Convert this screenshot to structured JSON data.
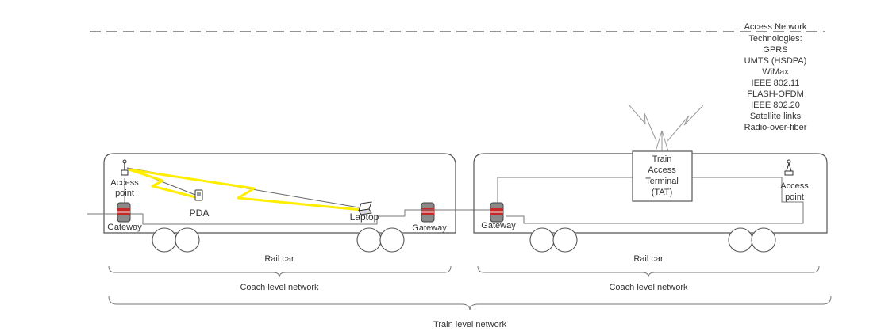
{
  "legend": {
    "title": "Access Network",
    "items": [
      "Technologies:",
      "GPRS",
      "UMTS (HSDPA)",
      "WiMax",
      "IEEE 802.11",
      "FLASH-OFDM",
      "IEEE 802.20",
      "Satellite links",
      "Radio-over-fiber"
    ]
  },
  "car1": {
    "access_point": [
      "Access",
      "point"
    ],
    "pda": "PDA",
    "laptop": "Laptop",
    "gateway_left": "Gateway",
    "gateway_right": "Gateway",
    "rail_car": "Rail car",
    "coach_network": "Coach level network"
  },
  "car2": {
    "tat": [
      "Train",
      "Access",
      "Terminal",
      "(TAT)"
    ],
    "access_point": [
      "Access",
      "point"
    ],
    "gateway": "Gateway",
    "rail_car": "Rail car",
    "coach_network": "Coach level network"
  },
  "train_network": "Train level network",
  "colors": {
    "line": "#555555",
    "wireless": "#ffee00",
    "device_red": "#c62828",
    "device_gray": "#8a8a8a",
    "antenna_rays": "#999999"
  },
  "icons": [
    "antenna-icon",
    "pda-icon",
    "laptop-icon",
    "gateway-server-icon",
    "wheel-icon",
    "lightning-bolt-icon"
  ]
}
